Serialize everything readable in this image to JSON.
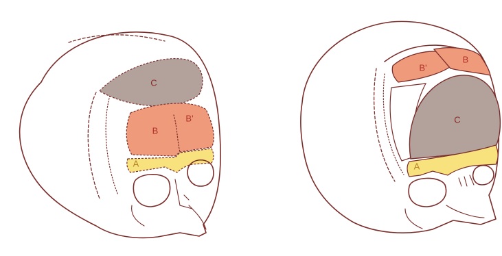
{
  "colors": {
    "outline": "#7a2d2a",
    "region_a": "#f8e27e",
    "region_b": "#ef9a7a",
    "region_c": "#b3a19b",
    "label_a": "#b6822b",
    "label_b": "#b0322a",
    "label_c": "#8a2a24"
  },
  "left_skull": {
    "labels": {
      "c": "C",
      "b": "B",
      "b_prime": "B'",
      "a": "A"
    }
  },
  "right_skull": {
    "labels": {
      "b_prime": "B'",
      "b": "B",
      "c": "C",
      "a": "A"
    }
  }
}
